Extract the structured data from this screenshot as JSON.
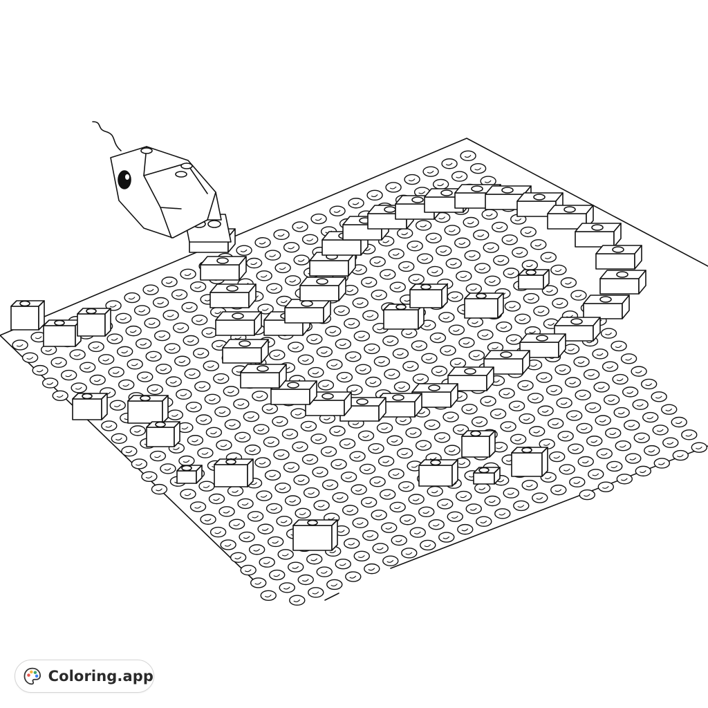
{
  "illustration": {
    "subject": "snake-made-of-toy-bricks",
    "style": "black-and-white line art coloring page",
    "line_color": "#111111",
    "background_color": "#ffffff"
  },
  "branding": {
    "logo_text": "Coloring.app",
    "palette_icon_colors": [
      "#e8554e",
      "#f4b53f",
      "#3fa86b",
      "#3b82f6"
    ]
  }
}
